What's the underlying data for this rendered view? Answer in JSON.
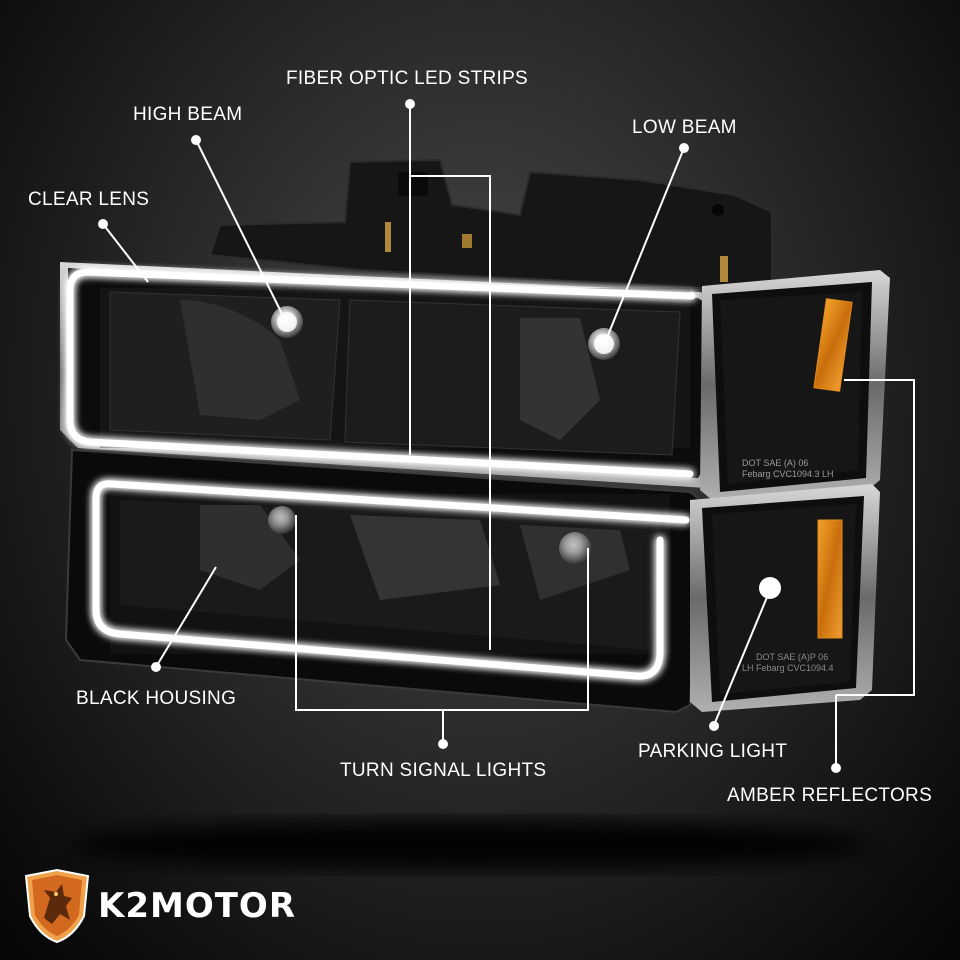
{
  "brand": {
    "name": "K2MOTOR"
  },
  "callouts": {
    "fiber_optic": "FIBER OPTIC LED STRIPS",
    "high_beam": "HIGH BEAM",
    "low_beam": "LOW BEAM",
    "clear_lens": "CLEAR LENS",
    "black_housing": "BLACK HOUSING",
    "turn_signal": "TURN SIGNAL LIGHTS",
    "parking_light": "PARKING LIGHT",
    "amber_reflectors": "AMBER REFLECTORS"
  },
  "lens_markings": {
    "upper_corner": "DOT SAE (A) 06\nFebarg CVC1094.3 LH",
    "lower_corner": "DOT SAE (A)P 06\nLH Febarg CVC1094.4"
  },
  "colors": {
    "amber": "#e08a1a",
    "led_glow": "#ffffff",
    "housing": "#0c0c0c",
    "chrome": "#9a9a9a"
  }
}
